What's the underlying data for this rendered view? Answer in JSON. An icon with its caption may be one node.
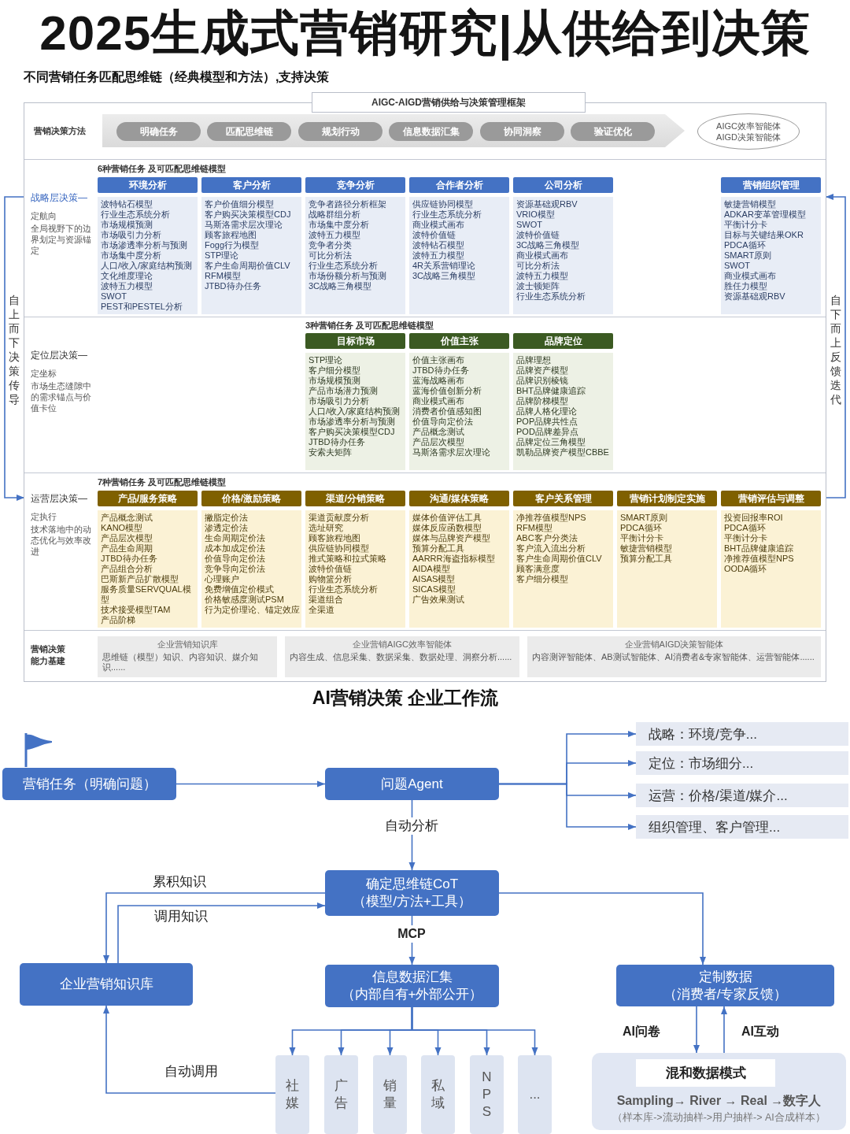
{
  "diagram": {
    "title": "2025生成式营销研究|从供给到决策",
    "nodes": [
      {
        "text": [
          "AIGC-AIGD营销供给与决策管理框架"
        ]
      },
      {
        "text": [
          "营销决策方法"
        ],
        "in": 0
      },
      {
        "text": [
          "明确任务"
        ],
        "in": 1
      },
      {
        "text": [
          "匹配思维链"
        ],
        "in": 1
      },
      {
        "text": [
          "规划行动"
        ],
        "in": 1
      },
      {
        "text": [
          "信息数据汇集"
        ],
        "in": 1
      },
      {
        "text": [
          "协同洞察"
        ],
        "in": 1
      },
      {
        "text": [
          "验证优化"
        ],
        "in": 1
      },
      {
        "text": [
          "AIGC效率智能体",
          "AIGD决策智能体"
        ],
        "in": 1
      },
      {
        "text": [
          "战略层决策—",
          "定航向",
          "全局视野下的边界划定与资源锚定",
          "6种营销任务 及可匹配思维链模型"
        ],
        "in": 0
      },
      {
        "text": [
          "环境分析",
          "波特钻石模型",
          "行业生态系统分析",
          "市场规模预测",
          "市场吸引力分析",
          "市场渗透率分析与预测",
          "市场集中度分析",
          "人口/收入/家庭结构预测",
          "文化维度理论",
          "波特五力模型",
          "SWOT",
          "PEST和PESTEL分析"
        ],
        "in": 9
      },
      {
        "text": [
          "客户分析",
          "客户价值细分模型",
          "客户购买决策模型CDJ",
          "马斯洛需求层次理论",
          "顾客旅程地图",
          "Fogg行为模型",
          "STP理论",
          "客户生命周期价值CLV",
          "RFM模型",
          "JTBD待办任务"
        ],
        "in": 9
      },
      {
        "text": [
          "竞争分析",
          "竞争者路径分析框架",
          "战略群组分析",
          "市场集中度分析",
          "波特五力模型",
          "竞争者分类",
          "可比分析法",
          "行业生态系统分析",
          "市场份额分析与预测",
          "3C战略三角模型"
        ],
        "in": 9
      },
      {
        "text": [
          "合作者分析",
          "供应链协同模型",
          "行业生态系统分析",
          "商业模式画布",
          "波特价值链",
          "波特钻石模型",
          "波特五力模型",
          "4R关系营销理论",
          "3C战略三角模型"
        ],
        "in": 9
      },
      {
        "text": [
          "公司分析",
          "资源基础观RBV",
          "VRIO模型",
          "SWOT",
          "波特价值链",
          "3C战略三角模型",
          "商业模式画布",
          "可比分析法",
          "波特五力模型",
          "波士顿矩阵",
          "行业生态系统分析"
        ],
        "in": 9
      },
      {
        "text": [
          "营销组织管理",
          "敏捷营销模型",
          "ADKAR变革管理模型",
          "平衡计分卡",
          "目标与关键结果OKR",
          "PDCA循环",
          "SMART原则",
          "SWOT",
          "商业模式画布",
          "胜任力模型",
          "资源基础观RBV"
        ],
        "in": 9
      },
      {
        "text": [
          "定位层决策—",
          "定坐标",
          "市场生态缝隙中的需求锚点与价值卡位",
          "3种营销任务 及可匹配思维链模型"
        ],
        "in": 0
      },
      {
        "text": [
          "目标市场",
          "STP理论",
          "客户细分模型",
          "市场规模预测",
          "产品市场潜力预测",
          "市场吸引力分析",
          "人口/收入/家庭结构预测",
          "市场渗透率分析与预测",
          "客户购买决策模型CDJ",
          "JTBD待办任务",
          "安索夫矩阵"
        ],
        "in": 16
      },
      {
        "text": [
          "价值主张",
          "价值主张画布",
          "JTBD待办任务",
          "蓝海战略画布",
          "蓝海价值创新分析",
          "商业模式画布",
          "消费者价值感知图",
          "价值导向定价法",
          "产品概念测试",
          "产品层次模型",
          "马斯洛需求层次理论"
        ],
        "in": 16
      },
      {
        "text": [
          "品牌定位",
          "品牌理想",
          "品牌资产模型",
          "品牌识别棱镜",
          "BHT品牌健康追踪",
          "品牌阶梯模型",
          "品牌人格化理论",
          "POP品牌共性点",
          "POD品牌差异点",
          "品牌定位三角模型",
          "凯勒品牌资产模型CBBE"
        ],
        "in": 16
      },
      {
        "text": [
          "运营层决策—",
          "定执行",
          "技术落地中的动态优化与效率改进",
          "7种营销任务 及可匹配思维链模型"
        ],
        "in": 0
      },
      {
        "text": [
          "产品/服务策略",
          "产品概念测试",
          "KANO模型",
          "产品层次模型",
          "产品生命周期",
          "JTBD待办任务",
          "产品组合分析",
          "巴斯新产品扩散模型",
          "服务质量SERVQUAL模型",
          "技术接受模型TAM",
          "产品阶梯"
        ],
        "in": 20
      },
      {
        "text": [
          "价格/激励策略",
          "撇脂定价法",
          "渗透定价法",
          "生命周期定价法",
          "成本加成定价法",
          "价值导向定价法",
          "竞争导向定价法",
          "心理账户",
          "免费增值定价模式",
          "价格敏感度测试PSM",
          "行为定价理论、锚定效应"
        ],
        "in": 20
      },
      {
        "text": [
          "渠道/分销策略",
          "渠道贡献度分析",
          "选址研究",
          "顾客旅程地图",
          "供应链协同模型",
          "推式策略和拉式策略",
          "波特价值链",
          "购物篮分析",
          "行业生态系统分析",
          "渠道组合",
          "全渠道"
        ],
        "in": 20
      },
      {
        "text": [
          "沟通/媒体策略",
          "媒体价值评估工具",
          "媒体反应函数模型",
          "媒体与品牌资产模型",
          "预算分配工具",
          "AARRR海盗指标模型",
          "AIDA模型",
          "AISAS模型",
          "SICAS模型",
          "广告效果测试"
        ],
        "in": 20
      },
      {
        "text": [
          "客户关系管理",
          "净推荐值模型NPS",
          "RFM模型",
          "ABC客户分类法",
          "客户流入流出分析",
          "客户生命周期价值CLV",
          "顾客满意度",
          "客户细分模型"
        ],
        "in": 20
      },
      {
        "text": [
          "营销计划制定实施",
          "SMART原则",
          "PDCA循环",
          "平衡计分卡",
          "敏捷营销模型",
          "预算分配工具"
        ],
        "in": 20
      },
      {
        "text": [
          "营销评估与调整",
          "投资回报率ROI",
          "PDCA循环",
          "平衡计分卡",
          "BHT品牌健康追踪",
          "净推荐值模型NPS",
          "OODA循环"
        ],
        "in": 20
      },
      {
        "text": [
          "营销决策能力基建"
        ],
        "in": 0
      },
      {
        "text": [
          "企业营销知识库",
          "思维链（模型）知识、内容知识、媒介知识......"
        ],
        "in": 28
      },
      {
        "text": [
          "企业营销AIGC效率智能体",
          "内容生成、信息采集、数据采集、数据处理、洞察分析......"
        ],
        "in": 28
      },
      {
        "text": [
          "企业营销AIGD决策智能体",
          "内容测评智能体、AB测试智能体、AI消费者&专家智能体、运营智能体......"
        ],
        "in": 28
      },
      {
        "text": [
          "营销任务（明确问题）"
        ]
      },
      {
        "text": [
          "问题Agent"
        ]
      },
      {
        "text": [
          "战略：环境/竞争..."
        ]
      },
      {
        "text": [
          "定位：市场细分..."
        ]
      },
      {
        "text": [
          "运营：价格/渠道/媒介..."
        ]
      },
      {
        "text": [
          "组织管理、客户管理..."
        ]
      },
      {
        "text": [
          "确定思维链CoT",
          "（模型/方法+工具）"
        ]
      },
      {
        "text": [
          "企业营销知识库"
        ]
      },
      {
        "text": [
          "信息数据汇集",
          "（内部自有+外部公开）"
        ]
      },
      {
        "text": [
          "定制数据",
          "（消费者/专家反馈）"
        ]
      },
      {
        "text": [
          "社媒"
        ]
      },
      {
        "text": [
          "广告"
        ]
      },
      {
        "text": [
          "销量"
        ]
      },
      {
        "text": [
          "私域"
        ]
      },
      {
        "text": [
          "NPS"
        ]
      },
      {
        "text": [
          "..."
        ]
      },
      {
        "text": [
          "混和数据模式",
          "Sampling→ River → Real →数字人",
          "（样本库->流动抽样->用户抽样-> AI合成样本）"
        ]
      }
    ],
    "edges": [
      {
        "from": 9,
        "to": 20,
        "arrow": "to",
        "label": "自上而下决策传导"
      },
      {
        "from": 20,
        "to": 9,
        "arrow": "to",
        "label": "自下而上反馈迭代"
      },
      {
        "from": 32,
        "to": 33,
        "arrow": "to"
      },
      {
        "from": 33,
        "to": 34,
        "arrow": "to"
      },
      {
        "from": 33,
        "to": 35,
        "arrow": "to"
      },
      {
        "from": 33,
        "to": 36,
        "arrow": "to"
      },
      {
        "from": 33,
        "to": 37,
        "arrow": "to"
      },
      {
        "from": 33,
        "to": 38,
        "arrow": "to",
        "label": "自动分析"
      },
      {
        "from": 38,
        "to": 39,
        "arrow": "to",
        "label": "累积知识"
      },
      {
        "from": 39,
        "to": 38,
        "arrow": "to",
        "label": "调用知识"
      },
      {
        "from": 38,
        "to": 40,
        "arrow": "to",
        "label": "MCP"
      },
      {
        "from": 38,
        "to": 41,
        "arrow": "to"
      },
      {
        "from": 40,
        "to": 42,
        "arrow": "to"
      },
      {
        "from": 40,
        "to": 43,
        "arrow": "to"
      },
      {
        "from": 40,
        "to": 44,
        "arrow": "to"
      },
      {
        "from": 40,
        "to": 45,
        "arrow": "to"
      },
      {
        "from": 40,
        "to": 46,
        "arrow": "to"
      },
      {
        "from": 40,
        "to": 47,
        "arrow": "to"
      },
      {
        "from": 42,
        "to": 39,
        "arrow": "to",
        "label": "自动调用"
      },
      {
        "from": 41,
        "to": 48,
        "arrow": "to",
        "label": "AI问卷"
      },
      {
        "from": 48,
        "to": 41,
        "arrow": "to",
        "label": "AI互动"
      }
    ],
    "labels": [
      "不同营销任务匹配思维链（经典模型和方法）,支持决策",
      "AI营销决策 企业工作流"
    ]
  }
}
